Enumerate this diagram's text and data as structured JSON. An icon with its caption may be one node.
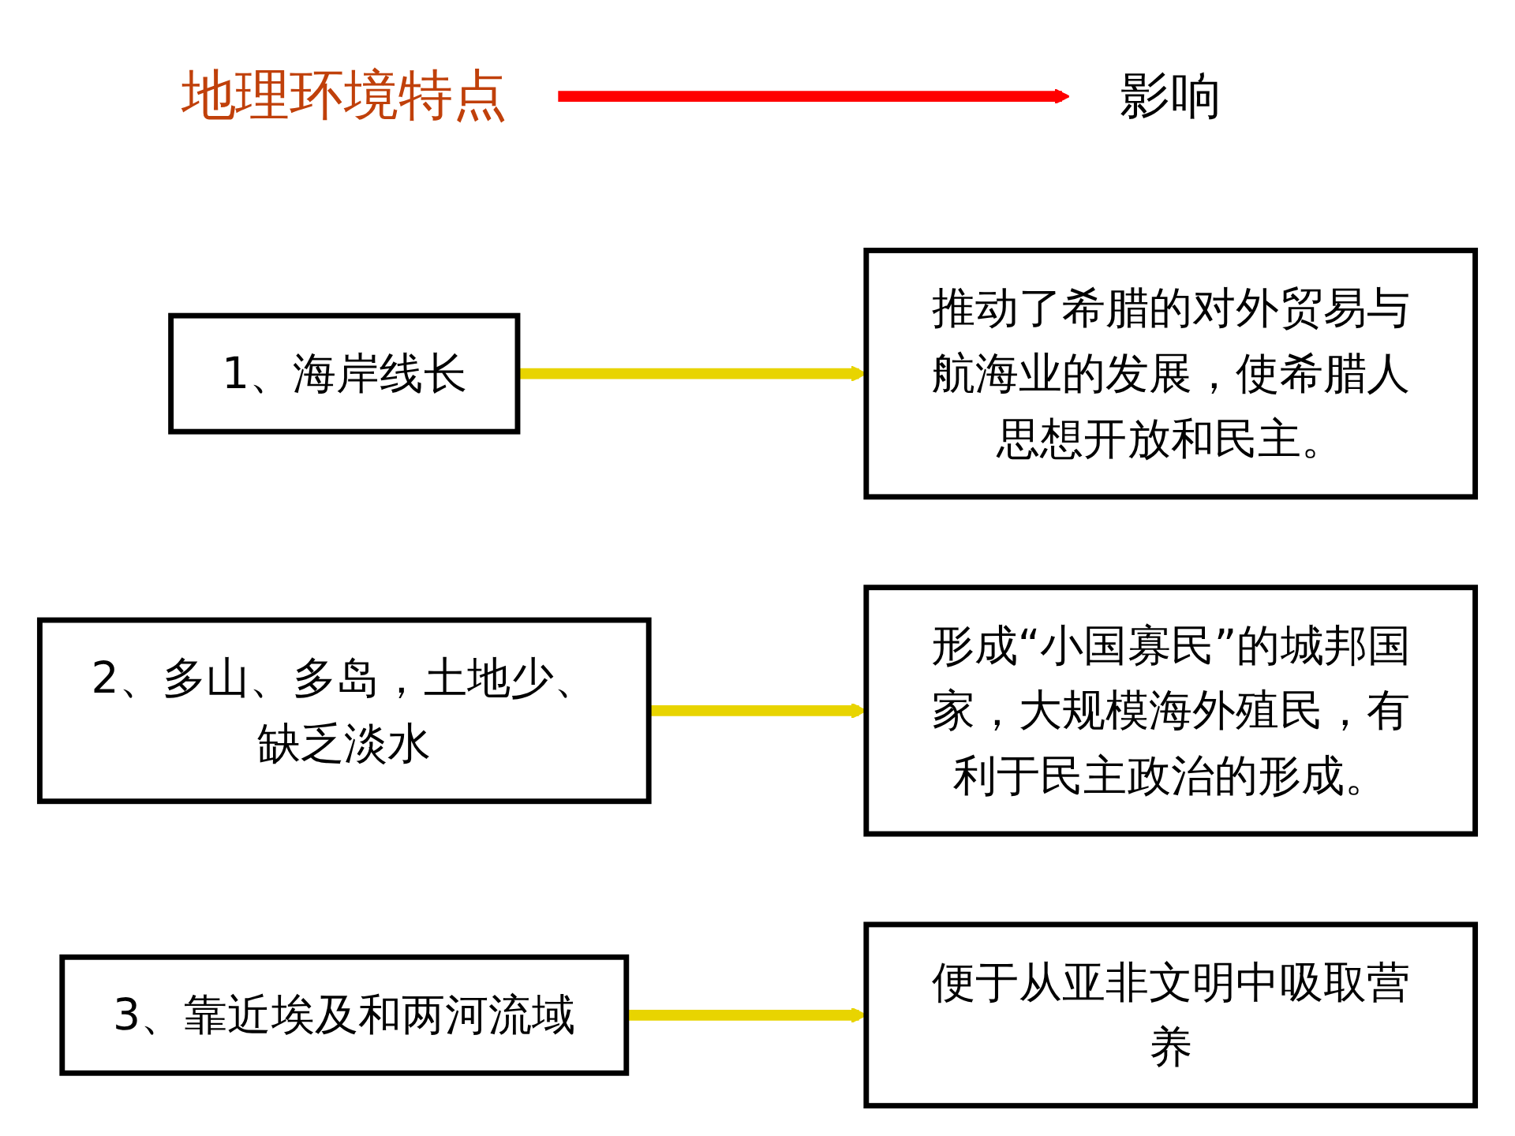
{
  "diagram": {
    "nodes": [
      {
        "text": [
          "地理环境特点"
        ]
      },
      {
        "text": [
          "影响"
        ]
      },
      {
        "text": [
          "1、海岸线长"
        ]
      },
      {
        "text": [
          "推动了希腊的对外贸易与航海业的发展，使希腊人思想开放和民主。"
        ]
      },
      {
        "text": [
          "2、多山、多岛，土地少、缺乏淡水"
        ]
      },
      {
        "text": [
          "形成“小国寡民”的城邦国家，大规模海外殖民，有利于民主政治的形成。"
        ]
      },
      {
        "text": [
          "3、靠近埃及和两河流域"
        ]
      },
      {
        "text": [
          "便于从亚非文明中吸取营养"
        ]
      }
    ],
    "edges": [
      {
        "from": 0,
        "to": 1,
        "arrow": "to",
        "color": "#ff0000"
      },
      {
        "from": 2,
        "to": 3,
        "arrow": "to"
      },
      {
        "from": 4,
        "to": 5,
        "arrow": "to"
      },
      {
        "from": 6,
        "to": 7,
        "arrow": "to"
      }
    ]
  }
}
